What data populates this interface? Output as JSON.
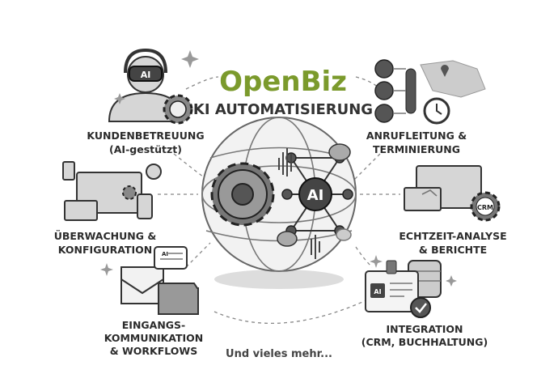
{
  "header": {
    "title": "OpenBiz",
    "subtitle": "KI AUTOMATISIERUNG",
    "brand_color": "#7b9a2c"
  },
  "center": {
    "badge": "AI"
  },
  "features": [
    {
      "lines": [
        "KUNDENBETREUUNG",
        "(AI-gestützt)"
      ],
      "icon": "headset-agent-icon",
      "badge": "AI"
    },
    {
      "lines": [
        "ANRUFLEITUNG &",
        "TERMINIERUNG"
      ],
      "icon": "phone-routing-icon"
    },
    {
      "lines": [
        "ÜBERWACHUNG &",
        "KONFIGURATION"
      ],
      "icon": "monitor-dashboard-icon"
    },
    {
      "lines": [
        "ECHTZEIT-ANALYSE",
        "& BERICHTE"
      ],
      "icon": "analytics-crm-icon",
      "badge": "CRM"
    },
    {
      "lines": [
        "EINGANGS-",
        "KOMMUNIKATION",
        "& WORKFLOWS"
      ],
      "icon": "mail-folder-icon",
      "badge": "AI"
    },
    {
      "lines": [
        "INTEGRATION",
        "(CRM, BUCHHALTUNG)"
      ],
      "icon": "integration-database-icon",
      "badge": "AI"
    }
  ],
  "footer": {
    "more": "Und vieles mehr..."
  }
}
